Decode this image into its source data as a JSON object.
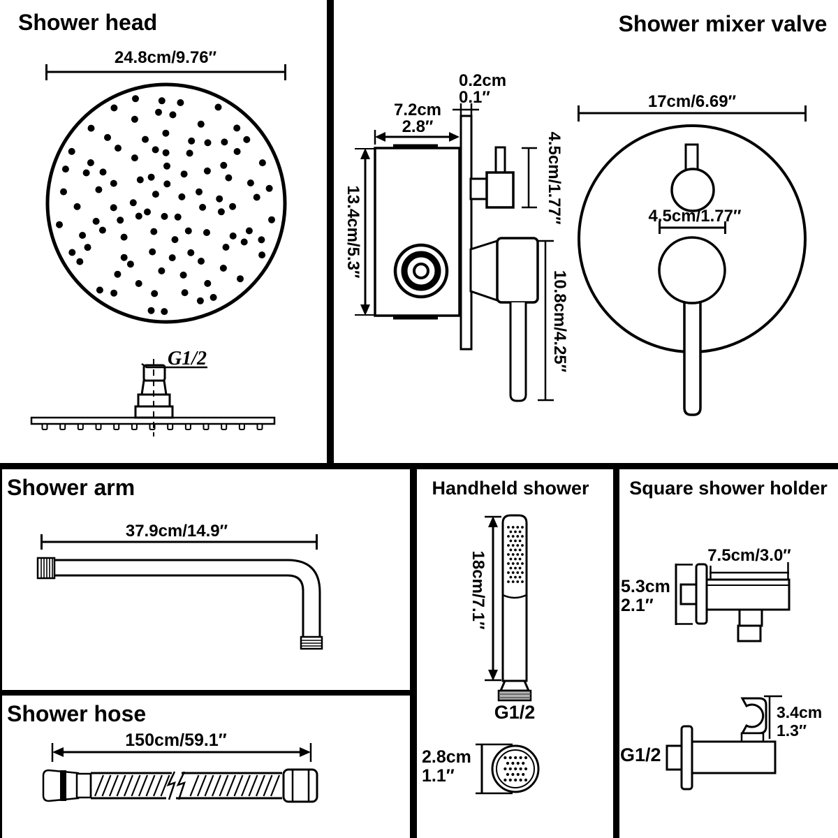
{
  "shower_head": {
    "title": "Shower head",
    "width_dim": "24.8cm/9.76″",
    "thread": "G1/2"
  },
  "mixer_valve": {
    "title": "Shower mixer valve",
    "plate_thickness_cm": "0.2cm",
    "plate_thickness_in": "0.1″",
    "body_width_cm": "7.2cm",
    "body_width_in": "2.8″",
    "body_height_dim": "13.4cm/5.3″",
    "diverter_dim": "4.5cm/1.77″",
    "handle_dim": "10.8cm/4.25″",
    "plate_diameter_dim": "17cm/6.69″",
    "knob_spacing_dim": "4.5cm/1.77″"
  },
  "shower_arm": {
    "title": "Shower arm",
    "length_dim": "37.9cm/14.9″"
  },
  "shower_hose": {
    "title": "Shower hose",
    "length_dim": "150cm/59.1″"
  },
  "handheld_shower": {
    "title": "Handheld shower",
    "length_dim": "18cm/7.1″",
    "thread": "G1/2",
    "diameter_cm": "2.8cm",
    "diameter_in": "1.1″"
  },
  "square_holder": {
    "title": "Square shower holder",
    "width_dim": "7.5cm/3.0″",
    "height_cm": "5.3cm",
    "height_in": "2.1″",
    "clip_cm": "3.4cm",
    "clip_in": "1.3″",
    "thread": "G1/2"
  }
}
